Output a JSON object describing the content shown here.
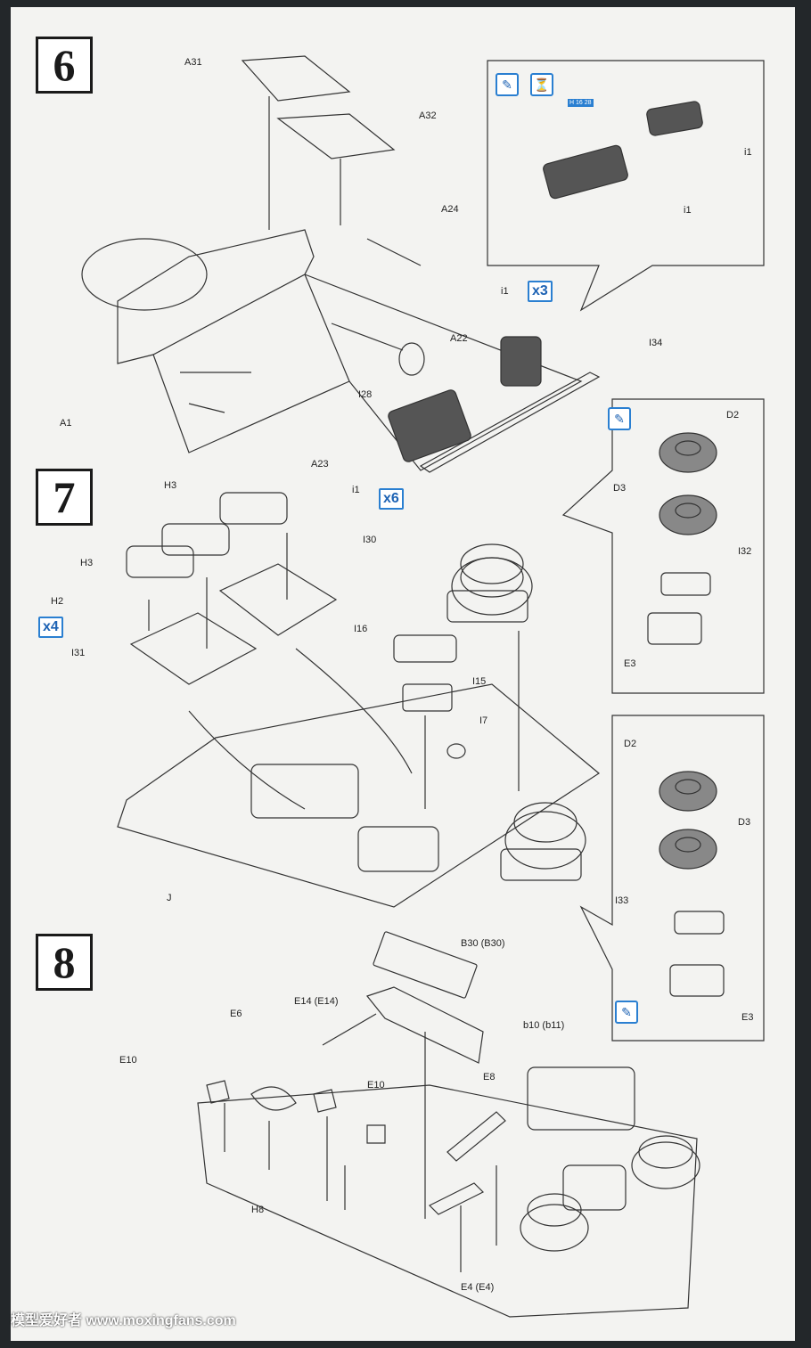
{
  "steps": [
    "6",
    "7",
    "8"
  ],
  "step6": {
    "labels": {
      "a31": "A31",
      "a32": "A32",
      "a24": "A24",
      "a22": "A22",
      "a23": "A23",
      "a1": "A1",
      "i28": "I28",
      "i34": "I34",
      "i1_top": "i1",
      "i1_bottom": "i1"
    },
    "mult_top": "x3",
    "mult_bottom": "x6",
    "callout": {
      "i1a": "i1",
      "i1b": "i1",
      "h_code": "H 16 28"
    }
  },
  "step7": {
    "labels": {
      "h3a": "H3",
      "h3b": "H3",
      "h2": "H2",
      "i31": "I31",
      "i30": "I30",
      "i16": "I16",
      "i15": "I15",
      "i7": "I7",
      "j": "J"
    },
    "mult": "x4",
    "callout_a": {
      "d2": "D2",
      "d3": "D3",
      "i32": "I32",
      "e3": "E3"
    },
    "callout_b": {
      "d2": "D2",
      "d3": "D3",
      "i33": "I33",
      "e3": "E3"
    }
  },
  "step8": {
    "labels": {
      "b30": "B30 (B30)",
      "e14": "E14 (E14)",
      "b10": "b10 (b11)",
      "e6": "E6",
      "e10a": "E10",
      "e10b": "E10",
      "e8": "E8",
      "h8": "H8",
      "e4": "E4 (E4)"
    }
  },
  "watermark": "模型爱好者  www.moxingfans.com",
  "colors": {
    "accent": "#2a7fd1",
    "ink": "#1a1a1a",
    "paper": "#f3f3f1"
  },
  "icons": [
    "glue-icon",
    "paint-icon"
  ]
}
